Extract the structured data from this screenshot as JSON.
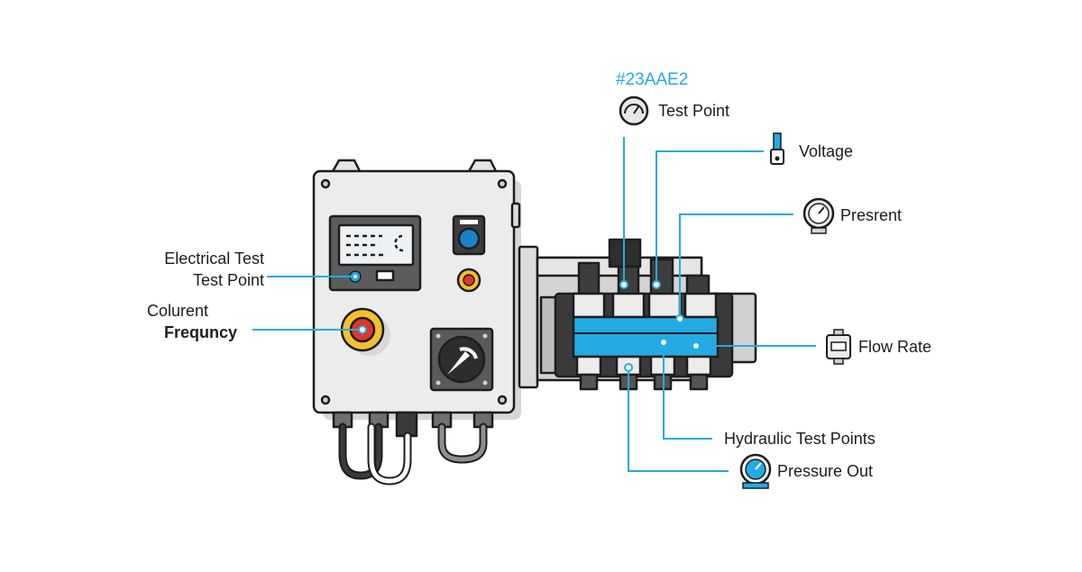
{
  "colors": {
    "accent": "#23aae2",
    "outline": "#1d1d1d",
    "panel": "#e9e9e9",
    "manifold": "#23aae2",
    "stop_red": "#e2342b",
    "stop_yellow": "#f2c12e",
    "knob_blue": "#1a82c8"
  },
  "callouts": {
    "hex_code": "#23AAE2",
    "test_point": {
      "label": "Test Point",
      "icon": "gauge-icon"
    },
    "voltage": {
      "label": "Voltage",
      "icon": "test-probe-icon"
    },
    "presrent": {
      "label": "Presrent",
      "icon": "pressure-gauge-icon"
    },
    "flow_rate": {
      "label": "Flow Rate",
      "icon": "flow-meter-icon"
    },
    "hydraulic": {
      "label": "Hydraulic Test Points"
    },
    "pressure_out": {
      "label": "Pressure Out",
      "icon": "pressure-gauge-icon"
    },
    "electrical": {
      "line1": "Electrical Test",
      "line2": "Test Point"
    },
    "colurent": {
      "line1": "Colurent",
      "line2": "Frequncy"
    }
  }
}
